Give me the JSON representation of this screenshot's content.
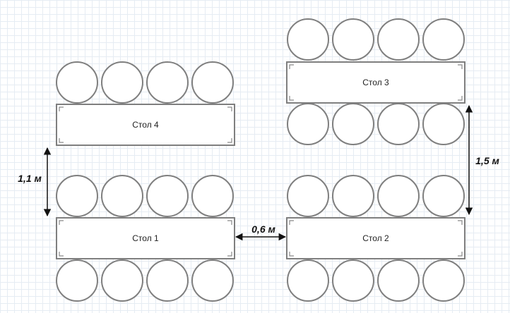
{
  "tables": [
    {
      "label": "Стол 1"
    },
    {
      "label": "Стол 2"
    },
    {
      "label": "Стол 3"
    },
    {
      "label": "Стол 4"
    }
  ],
  "dimensions": {
    "gap_vertical_left": "1,1 м",
    "gap_horizontal": "0,6 м",
    "gap_vertical_right": "1,5 м"
  },
  "colors": {
    "outline": "#7f7f7f",
    "grid": "#e6ecf3",
    "arrow": "#111111"
  }
}
